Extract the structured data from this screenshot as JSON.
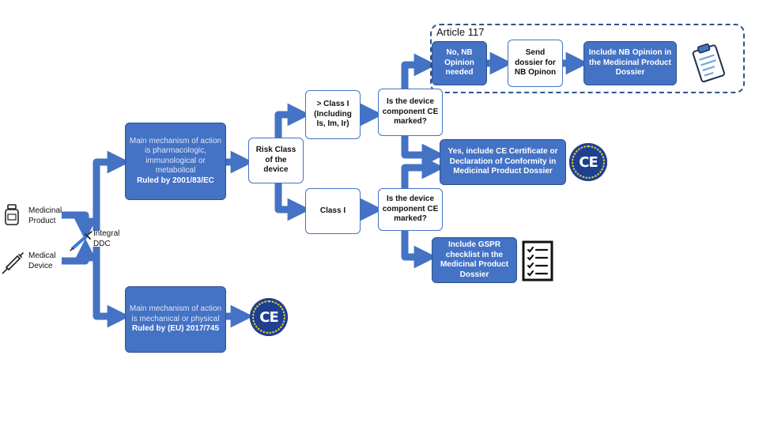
{
  "article": {
    "title": "Article 117"
  },
  "inputs": {
    "medicinal_product": "Medicinal Product",
    "medical_device": "Medical Device",
    "integral": "Integral DDC"
  },
  "boxes": {
    "pharma": "Main mechanism of action is pharmacologic, immunological or metabolical",
    "pharma_rule": "Ruled by 2001/83/EC",
    "mech": "Main mechanism of action is mechanical or physical",
    "mech_rule": "Ruled by (EU) 2017/745",
    "risk": "Risk Class of the device",
    "class_gt": "> Class I (Including Is, Im, Ir)",
    "class_i": "Class I",
    "q_upper": "Is the device component CE marked?",
    "q_lower": "Is the device component CE marked?",
    "no_nb": "No, NB Opinion needed",
    "send": "Send dossier for NB Opinon",
    "include_nb": "Include NB Opinion in the Medicinal Product Dossier",
    "yes_ce": "Yes, include CE Certificate or Declaration of Conformity in Medicinal Product Dossier",
    "gspr": "Include GSPR checklist in the Medicinal Product Dossier"
  },
  "ce_mark": "CE",
  "colors": {
    "arrow": "#4472c4",
    "box": "#4472c4",
    "dash": "#2f528f",
    "ce_blue": "#1f3f8f"
  },
  "icons": [
    "bottle-icon",
    "syringe-icon",
    "injector-icon",
    "clipboard-icon",
    "checklist-icon",
    "ce-mark-icon"
  ]
}
